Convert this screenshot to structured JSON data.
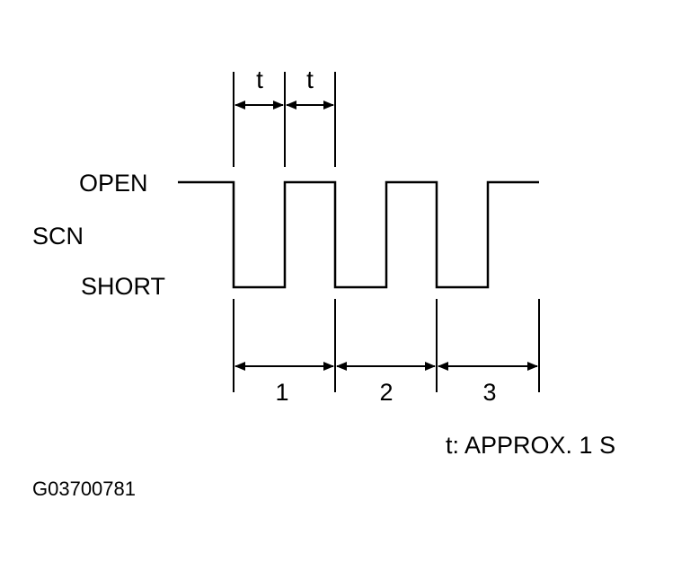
{
  "diagram": {
    "period_label": "t",
    "signal_name": "SCN",
    "level_high": "OPEN",
    "level_low": "SHORT",
    "cycle_numbers": [
      "1",
      "2",
      "3"
    ],
    "note": "t: APPROX. 1 S",
    "figure_code": "G03700781",
    "line_color": "#000000"
  }
}
